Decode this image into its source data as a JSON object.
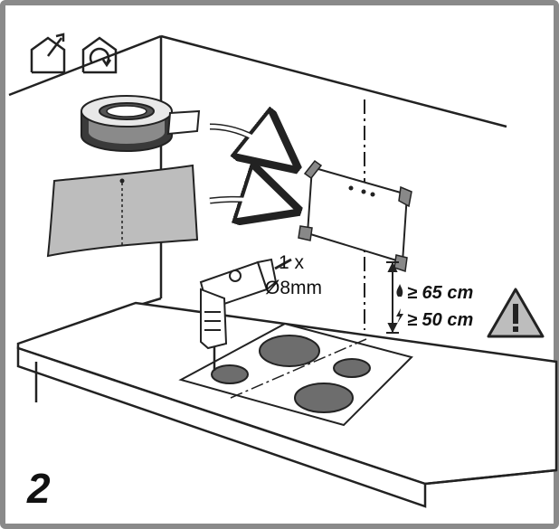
{
  "step_number": "2",
  "drill_label": {
    "quantity": "1 x",
    "diameter": "Ø8mm"
  },
  "measurements": {
    "gas_hob_min": "≥ 65 cm",
    "electric_hob_min": "≥ 50 cm"
  },
  "icons": {
    "top_left_1": "house-exhaust-outlet-icon",
    "top_left_2": "house-recirculation-icon",
    "warning": "warning-triangle-icon",
    "gas_flame": "gas-flame-icon",
    "electric": "electric-bolt-icon"
  }
}
